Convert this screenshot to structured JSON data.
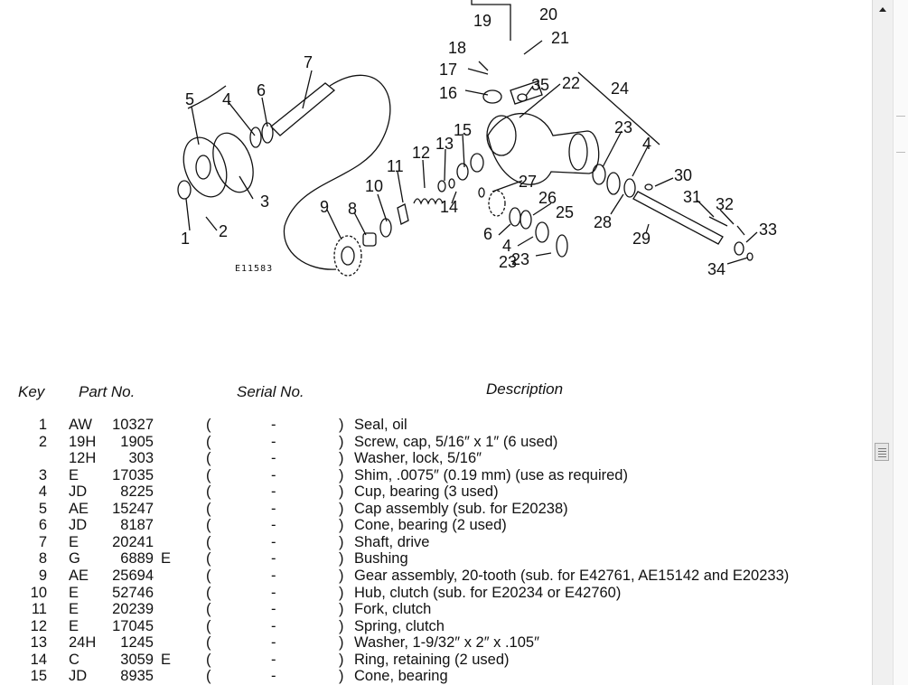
{
  "diagram": {
    "drawing_number": "E11583",
    "callouts": [
      "1",
      "2",
      "3",
      "4",
      "5",
      "6",
      "7",
      "8",
      "9",
      "10",
      "11",
      "12",
      "13",
      "14",
      "15",
      "16",
      "17",
      "18",
      "19",
      "20",
      "21",
      "22",
      "23",
      "24",
      "4",
      "23",
      "25",
      "26",
      "27",
      "28",
      "29",
      "30",
      "31",
      "32",
      "33",
      "34",
      "35",
      "4",
      "6",
      "23"
    ]
  },
  "table": {
    "headers": {
      "key": "Key",
      "part_no": "Part  No.",
      "serial_no": "Serial  No.",
      "description": "Description"
    },
    "rows": [
      {
        "key": "1",
        "prefix": "AW",
        "number": "10327",
        "suffix": "",
        "open": "(",
        "serial": "-",
        "close": ")",
        "desc": "Seal,  oil"
      },
      {
        "key": "2",
        "prefix": "19H",
        "number": "1905",
        "suffix": "",
        "open": "(",
        "serial": "-",
        "close": ")",
        "desc": "Screw,  cap,  5/16″  x  1″  (6  used)"
      },
      {
        "key": "",
        "prefix": "12H",
        "number": "303",
        "suffix": "",
        "open": "(",
        "serial": "-",
        "close": ")",
        "desc": "Washer,  lock,  5/16″"
      },
      {
        "key": "3",
        "prefix": "E",
        "number": "17035",
        "suffix": "",
        "open": "(",
        "serial": "-",
        "close": ")",
        "desc": "Shim,  .0075″  (0.19  mm)  (use  as  required)"
      },
      {
        "key": "4",
        "prefix": "JD",
        "number": "8225",
        "suffix": "",
        "open": "(",
        "serial": "-",
        "close": ")",
        "desc": "Cup,  bearing  (3  used)"
      },
      {
        "key": "5",
        "prefix": "AE",
        "number": "15247",
        "suffix": "",
        "open": "(",
        "serial": "-",
        "close": ")",
        "desc": "Cap  assembly  (sub.  for  E20238)"
      },
      {
        "key": "6",
        "prefix": "JD",
        "number": "8187",
        "suffix": "",
        "open": "(",
        "serial": "-",
        "close": ")",
        "desc": "Cone,  bearing  (2  used)"
      },
      {
        "key": "7",
        "prefix": "E",
        "number": "20241",
        "suffix": "",
        "open": "(",
        "serial": "-",
        "close": ")",
        "desc": "Shaft,  drive"
      },
      {
        "key": "8",
        "prefix": "G",
        "number": "6889",
        "suffix": "E",
        "open": "(",
        "serial": "-",
        "close": ")",
        "desc": "Bushing"
      },
      {
        "key": "9",
        "prefix": "AE",
        "number": "25694",
        "suffix": "",
        "open": "(",
        "serial": "-",
        "close": ")",
        "desc": "Gear  assembly,  20-tooth  (sub.  for  E42761,  AE15142  and  E20233)"
      },
      {
        "key": "10",
        "prefix": "E",
        "number": "52746",
        "suffix": "",
        "open": "(",
        "serial": "-",
        "close": ")",
        "desc": "Hub,  clutch  (sub.  for  E20234  or  E42760)"
      },
      {
        "key": "11",
        "prefix": "E",
        "number": "20239",
        "suffix": "",
        "open": "(",
        "serial": "-",
        "close": ")",
        "desc": "Fork,  clutch"
      },
      {
        "key": "12",
        "prefix": "E",
        "number": "17045",
        "suffix": "",
        "open": "(",
        "serial": "-",
        "close": ")",
        "desc": "Spring,  clutch"
      },
      {
        "key": "13",
        "prefix": "24H",
        "number": "1245",
        "suffix": "",
        "open": "(",
        "serial": "-",
        "close": ")",
        "desc": "Washer,  1-9/32″  x  2″  x  .105″"
      },
      {
        "key": "14",
        "prefix": "C",
        "number": "3059",
        "suffix": "E",
        "open": "(",
        "serial": "-",
        "close": ")",
        "desc": "Ring,  retaining  (2  used)"
      },
      {
        "key": "15",
        "prefix": "JD",
        "number": "8935",
        "suffix": "",
        "open": "(",
        "serial": "-",
        "close": ")",
        "desc": "Cone,  bearing"
      }
    ]
  },
  "scrollbar": {
    "up_icon": "scroll-up-arrow-icon",
    "thumb_icon": "scroll-thumb-grip-icon"
  }
}
